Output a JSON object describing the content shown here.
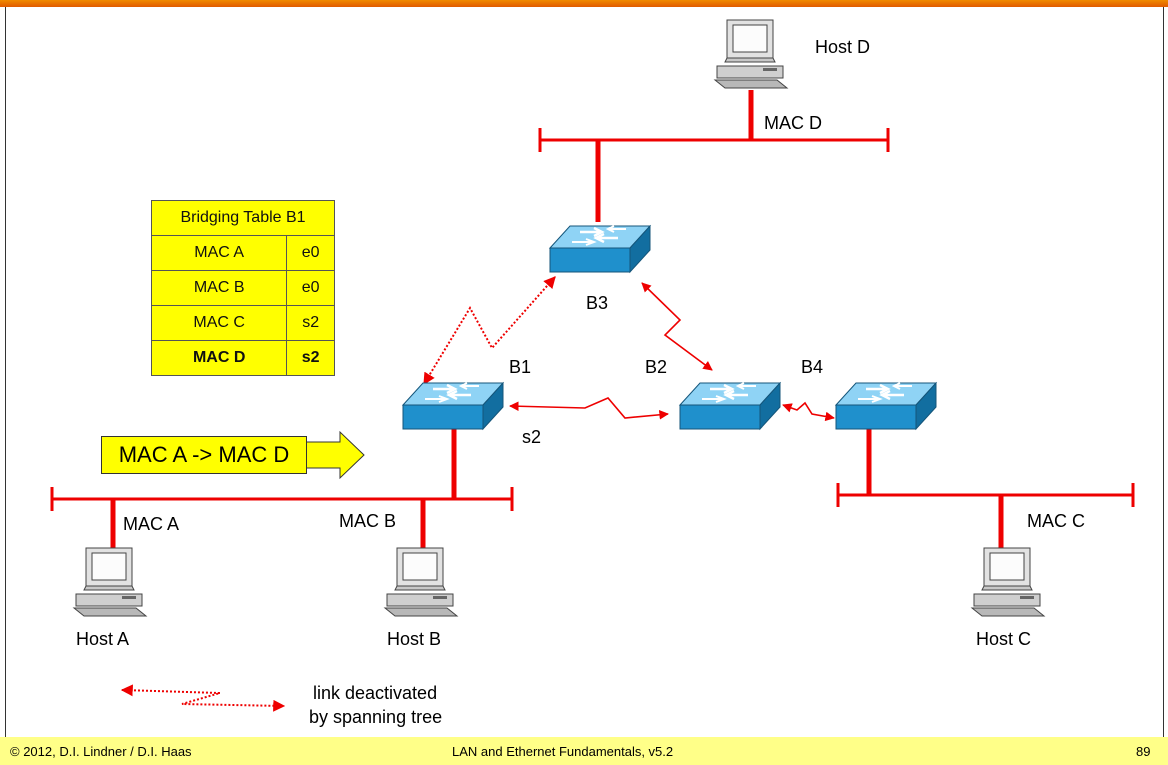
{
  "hosts": {
    "a": {
      "name": "Host A",
      "mac": "MAC A"
    },
    "b": {
      "name": "Host B",
      "mac": "MAC B"
    },
    "c": {
      "name": "Host C",
      "mac": "MAC C"
    },
    "d": {
      "name": "Host D",
      "mac": "MAC D"
    }
  },
  "bridges": {
    "b1": "B1",
    "b2": "B2",
    "b3": "B3",
    "b4": "B4"
  },
  "port_label": "s2",
  "bridging_table": {
    "title": "Bridging Table B1",
    "rows": [
      {
        "mac": "MAC A",
        "port": "e0"
      },
      {
        "mac": "MAC B",
        "port": "e0"
      },
      {
        "mac": "MAC C",
        "port": "s2"
      },
      {
        "mac": "MAC D",
        "port": "s2"
      }
    ]
  },
  "frame_flow": "MAC A -> MAC D",
  "legend": {
    "line1": "link deactivated",
    "line2": "by spanning tree"
  },
  "footer": {
    "copyright": "© 2012, D.I. Lindner / D.I. Haas",
    "course": "LAN and Ethernet Fundamentals, v5.2",
    "page": "89"
  },
  "colors": {
    "link": "#ee0000",
    "switch": "#1f90cc",
    "table": "#ffff00",
    "footer": "#ffff88",
    "topbar": "#f07000"
  }
}
